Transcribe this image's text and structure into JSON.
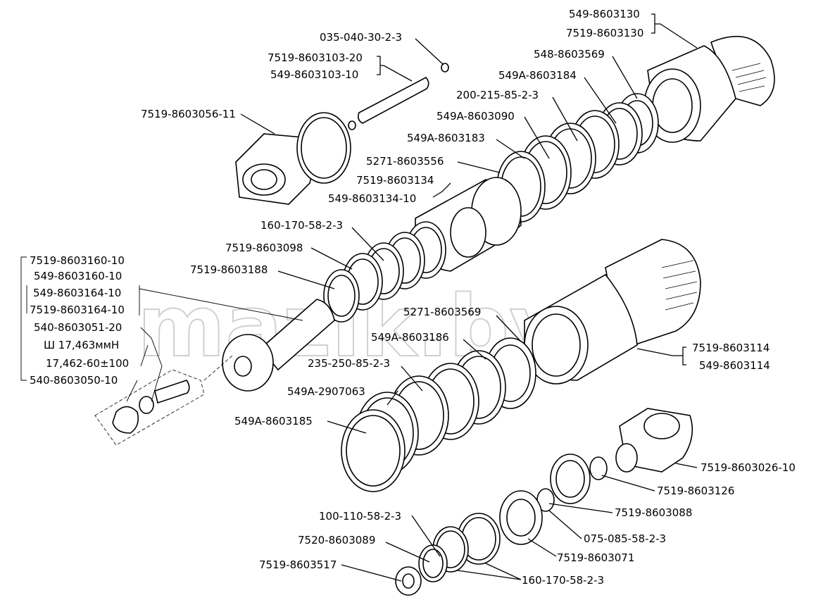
{
  "watermark": "mazik.by",
  "labels": {
    "l01": "549-8603130",
    "l02": "7519-8603130",
    "l03": "035-040-30-2-3",
    "l04": "7519-8603103-20",
    "l05": "549-8603103-10",
    "l06": "548-8603569",
    "l07": "549A-8603184",
    "l08": "200-215-85-2-3",
    "l09": "7519-8603056-11",
    "l10": "549A-8603090",
    "l11": "549A-8603183",
    "l12": "5271-8603556",
    "l13": "7519-8603134",
    "l14": "549-8603134-10",
    "l15": "160-170-58-2-3",
    "l16": "7519-8603098",
    "l17": "7519-8603160-10",
    "l18": "549-8603160-10",
    "l19": "7519-8603188",
    "l20": "549-8603164-10",
    "l21": "7519-8603164-10",
    "l22": "5271-8603569",
    "l23": "540-8603051-20",
    "l24": "549A-8603186",
    "l25": "Ш 17,463ммН",
    "l26": "7519-8603114",
    "l27": "549-8603114",
    "l28": "17,462-60±100",
    "l29": "235-250-85-2-3",
    "l30": "540-8603050-10",
    "l31": "549A-2907063",
    "l32": "549A-8603185",
    "l33": "7519-8603026-10",
    "l34": "7519-8603126",
    "l35": "7519-8603088",
    "l36": "100-110-58-2-3",
    "l37": "075-085-58-2-3",
    "l38": "7520-8603089",
    "l39": "7519-8603071",
    "l40": "7519-8603517",
    "l41": "160-170-58-2-3"
  }
}
